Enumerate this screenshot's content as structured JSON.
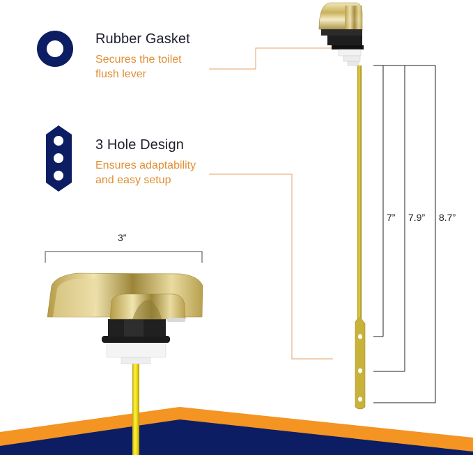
{
  "colors": {
    "navy": "#0c1d63",
    "orange": "#f39423",
    "orange_text": "#e08f35",
    "callout_line": "#e6a06a",
    "dim_line": "#222222",
    "brass": "#c9b23a",
    "rod_yellow": "#e8d920",
    "black_part": "#1e1e1e",
    "white_part": "#f2f2f2"
  },
  "features": [
    {
      "icon": "rubber-gasket-ring-icon",
      "title": "Rubber Gasket",
      "description": "Secures the toilet\nflush lever"
    },
    {
      "icon": "three-hole-arm-icon",
      "title": "3 Hole Design",
      "description": "Ensures adaptability\nand easy setup"
    }
  ],
  "dimensions": {
    "handle_width": "3”",
    "hole_lengths": [
      "7”",
      "7.9”",
      "8.7”"
    ]
  },
  "product": {
    "name": "Toilet flush lever with brass-finish handle",
    "parts": [
      "handle",
      "black-rubber-gasket",
      "white-mounting-nut",
      "lever-arm-rod",
      "three-hole-arm-end"
    ]
  }
}
